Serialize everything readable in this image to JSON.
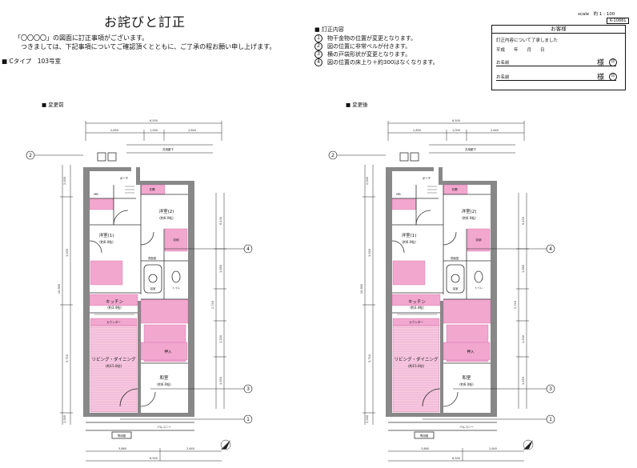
{
  "header": {
    "title": "お詫びと訂正",
    "intro_line1": "「〇〇〇〇」の図面に訂正事項がございます。",
    "intro_line2": "つきましては、下記事項についてご確認頂くとともに、ご了承の程お願い申し上げます。",
    "type_label": "■ Cタイプ　103号室"
  },
  "corrections": {
    "heading": "■ 訂正内容",
    "items": [
      {
        "num": "1",
        "text": "物干金物の位置が変更となります。"
      },
      {
        "num": "2",
        "text": "図の位置に非常ベルが付きます。"
      },
      {
        "num": "3",
        "text": "横の戸袋形状が変更となります。"
      },
      {
        "num": "4",
        "text": "図の位置の床上り＋約300はなくなります。"
      }
    ]
  },
  "meta": {
    "scale": "scale　約 1 : 100",
    "code": "K-10881"
  },
  "customer": {
    "title": "お客様",
    "note": "訂正内容について了承しました",
    "date_line": "平成　　年　　月　　日",
    "name1_label": "お名前",
    "name2_label": "お名前",
    "honorific": "様",
    "seal": "印"
  },
  "plans": {
    "before_label": "■ 変更前",
    "after_label": "■ 変更後",
    "callouts": [
      "1",
      "2",
      "3",
      "4"
    ],
    "dims_top": {
      "total": "6,500",
      "parts": [
        "2,850",
        "1,000",
        "2,640"
      ]
    },
    "dims_bottom": {
      "total": "6,500",
      "parts": [
        "3,860",
        "2,640"
      ]
    },
    "dims_left": [
      "2,000",
      "10,900",
      "3,000",
      "5,710",
      "2,000"
    ],
    "dims_right": [
      "6,430",
      "1,680",
      "2,740",
      "1,200",
      "3,550"
    ],
    "corridor": "共用廊下",
    "porch": "ポーチ",
    "balcony": "バルコニー",
    "garden": "専用庭",
    "rooms": {
      "western2": "洋室(2)",
      "western2_area": "(約6.0帖)",
      "western1": "洋室(1)",
      "western1_area": "(約6.0帖)",
      "kitchen": "キッチン",
      "kitchen_area": "(約3.4帖)",
      "living": "リビング・ダイニング",
      "living_area": "(約15.0帖)",
      "japanese": "和室",
      "japanese_area": "(約6.0帖)",
      "closet": "押入",
      "entrance": "玄関",
      "wash": "洗面室",
      "bath": "浴室",
      "toilet": "トイレ",
      "storage": "収納",
      "counter": "カウンター",
      "mb": "MB"
    }
  }
}
